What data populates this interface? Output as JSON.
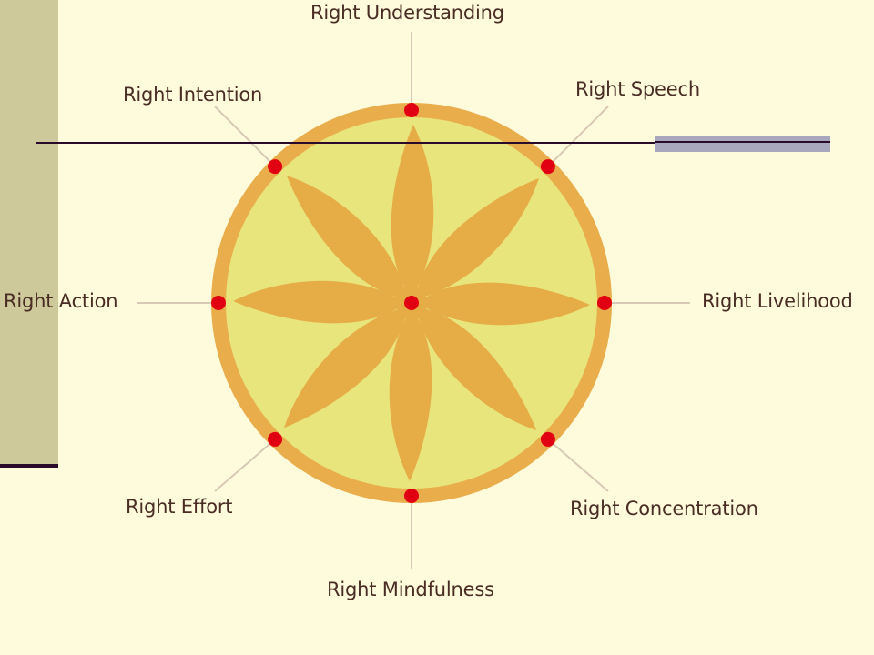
{
  "center_label": "",
  "paths": [
    {
      "label": "Right Understanding"
    },
    {
      "label": "Right Speech"
    },
    {
      "label": "Right Livelihood"
    },
    {
      "label": "Right Concentration"
    },
    {
      "label": "Right Mindfulness"
    },
    {
      "label": "Right Effort"
    },
    {
      "label": "Right Action"
    },
    {
      "label": "Right Intention"
    }
  ],
  "colors": {
    "background": "#fdfbdc",
    "rim": "#e9ad4b",
    "inner": "#e8e57c",
    "petal": "#e6ad47",
    "dot": "#e00012",
    "spoke": "#d8c9b6",
    "label": "#4a2c24",
    "left_bar": "#cec99a",
    "grey_bar": "#a9a7bd"
  }
}
